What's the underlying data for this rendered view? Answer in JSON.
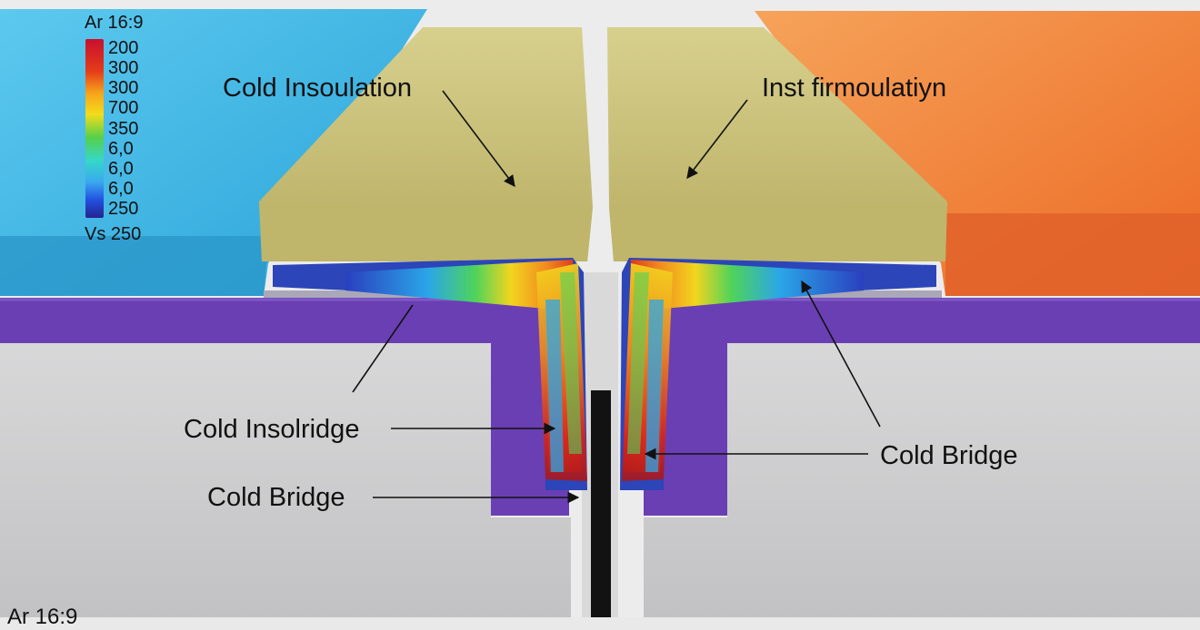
{
  "annotations": {
    "cold_insoulation": "Cold Insoulation",
    "inst_firmoulatiyn": "Inst firmoulatiyn",
    "cold_insolridge": "Cold Insolridge",
    "cold_bridge_left": "Cold Bridge",
    "cold_bridge_right": "Cold Bridge"
  },
  "legend": {
    "title": "Ar 16:9",
    "ticks": [
      "200",
      "300",
      "300",
      "700",
      "350",
      "6,0",
      "6,0",
      "6,0",
      "250"
    ],
    "footer": "Vs 250",
    "gradient": [
      "#c8102e",
      "#e53b1a",
      "#f6a21b",
      "#f4dc1c",
      "#56d04a",
      "#35d7c8",
      "#3aa8f0",
      "#2350e0",
      "#24238f"
    ]
  },
  "corner_text": "Ar 16:9",
  "colors": {
    "left_insulation": "#3db8e6",
    "right_insulation": "#f07a32",
    "mineral_wool": "#c9c27a",
    "purple_layer": "#6a3fb3",
    "grey_body": "#cfcfd0",
    "gap_dark": "#121212"
  }
}
